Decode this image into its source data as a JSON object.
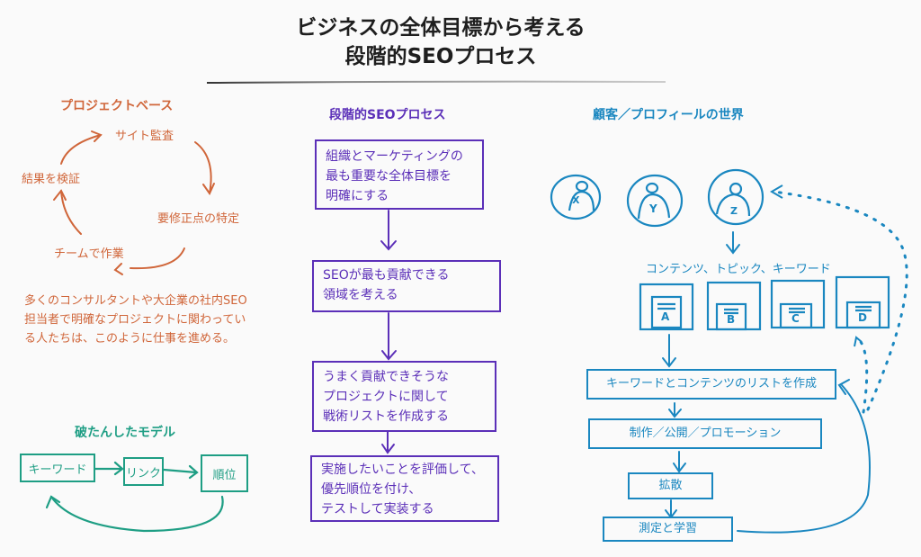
{
  "header": {
    "title_line1": "ビジネスの全体目標から考える",
    "title_line2": "段階的SEOプロセス"
  },
  "colors": {
    "project": "#d0663a",
    "process": "#5b2fb8",
    "customer": "#1a87c0",
    "broken": "#1e9e84"
  },
  "project_based": {
    "heading": "プロジェクトベース",
    "cycle": [
      "サイト監査",
      "要修正点の特定",
      "チームで作業",
      "結果を検証"
    ],
    "description": [
      "多くのコンサルタントや大企業の社内SEO",
      "担当者で明確なプロジェクトに関わってい",
      "る人たちは、このように仕事を進める。"
    ]
  },
  "broken_model": {
    "heading": "破たんしたモデル",
    "steps": [
      "キーワード",
      "リンク",
      "順位"
    ]
  },
  "stepwise_process": {
    "heading": "段階的SEOプロセス",
    "steps": [
      "組織とマーケティングの\n最も重要な全体目標を\n明確にする",
      "SEOが最も貢献できる\n領域を考える",
      "うまく貢献できそうな\nプロジェクトに関して\n戦術リストを作成する",
      "実施したいことを評価して、\n優先順位を付け、\nテストして実装する"
    ]
  },
  "customer_world": {
    "heading": "顧客／プロフィールの世界",
    "personas": [
      "X",
      "Y",
      "Z"
    ],
    "content_label": "コンテンツ、トピック、キーワード",
    "content_items": [
      "A",
      "B",
      "C",
      "D"
    ],
    "steps": [
      "キーワードとコンテンツのリストを作成",
      "制作／公開／プロモーション",
      "拡散",
      "測定と学習"
    ]
  }
}
